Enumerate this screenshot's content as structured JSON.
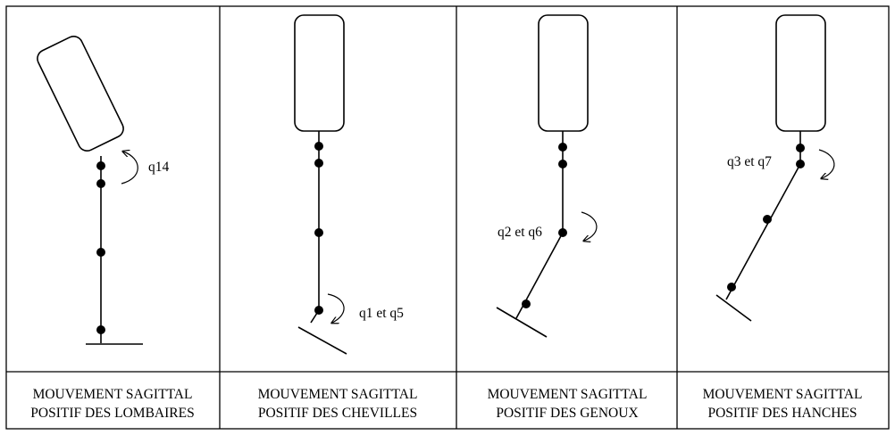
{
  "panels": [
    {
      "caption_line1": "MOUVEMENT SAGITTAL",
      "caption_line2": "POSITIF DES LOMBAIRES",
      "joint_label": "q14"
    },
    {
      "caption_line1": "MOUVEMENT SAGITTAL",
      "caption_line2": "POSITIF DES CHEVILLES",
      "joint_label": "q1 et q5"
    },
    {
      "caption_line1": "MOUVEMENT SAGITTAL",
      "caption_line2": "POSITIF DES GENOUX",
      "joint_label": "q2 et q6"
    },
    {
      "caption_line1": "MOUVEMENT SAGITTAL",
      "caption_line2": "POSITIF DES HANCHES",
      "joint_label": "q3 et q7"
    }
  ]
}
